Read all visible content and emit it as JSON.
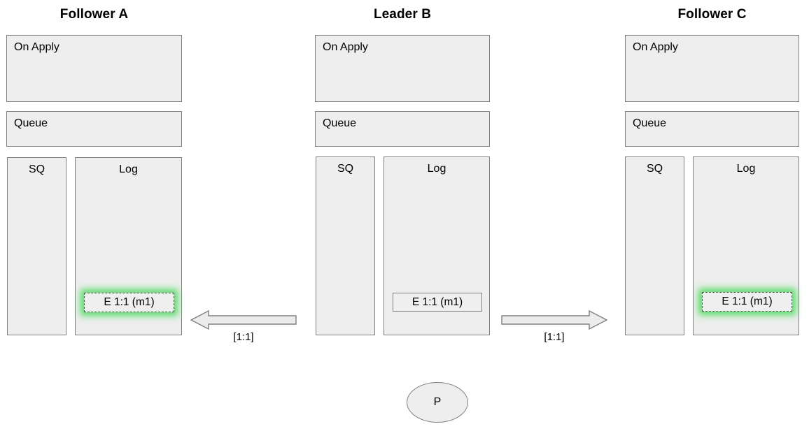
{
  "diagram": {
    "title_bar": "",
    "nodes": [
      {
        "id": "follower-a",
        "title": "Follower A",
        "on_apply_label": "On Apply",
        "queue_label": "Queue",
        "sq_label": "SQ",
        "log_label": "Log",
        "log_entries": [
          {
            "text": "E 1:1 (m1)",
            "state": "committed"
          }
        ]
      },
      {
        "id": "leader-b",
        "title": "Leader B",
        "on_apply_label": "On Apply",
        "queue_label": "Queue",
        "sq_label": "SQ",
        "log_label": "Log",
        "log_entries": [
          {
            "text": "E 1:1 (m1)",
            "state": "solid"
          }
        ]
      },
      {
        "id": "follower-c",
        "title": "Follower C",
        "on_apply_label": "On Apply",
        "queue_label": "Queue",
        "sq_label": "SQ",
        "log_label": "Log",
        "log_entries": [
          {
            "text": "E 1:1 (m1)",
            "state": "committed"
          }
        ]
      }
    ],
    "arrows": [
      {
        "id": "arrow-leader-to-follower-a",
        "direction": "left",
        "label": "[1:1]"
      },
      {
        "id": "arrow-leader-to-follower-c",
        "direction": "right",
        "label": "[1:1]"
      }
    ],
    "client": {
      "label": "P"
    },
    "colors": {
      "box_fill": "#eeeeee",
      "box_stroke": "#808080",
      "entry_fill": "#efefef",
      "entry_dashed_stroke": "#555555",
      "commit_glow": "#3cdc50",
      "arrow_fill": "#ececec",
      "arrow_stroke": "#808080",
      "text": "#000000",
      "background": "#ffffff"
    }
  }
}
